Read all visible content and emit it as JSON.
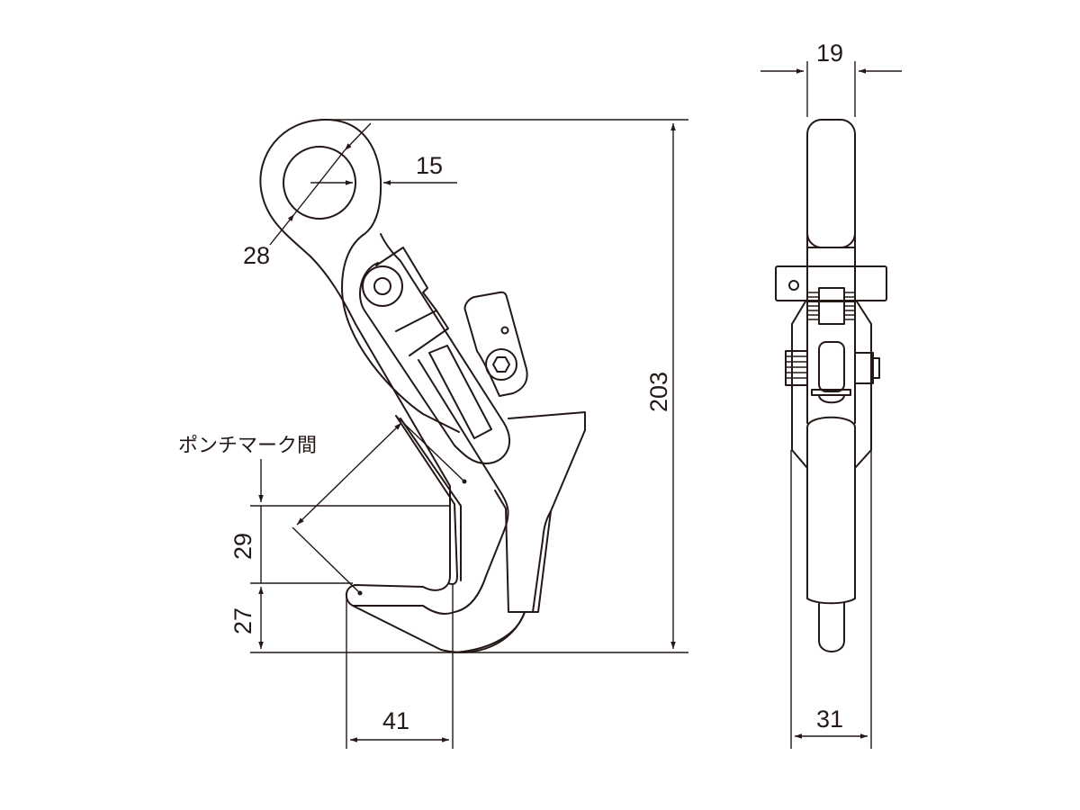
{
  "drawing": {
    "dimensions": {
      "eye_diameter": "28",
      "eye_wall": "15",
      "overall_height": "203",
      "punch_mark_gap": "29",
      "jaw_bottom": "27",
      "jaw_width": "41",
      "top_width": "19",
      "body_width": "31"
    },
    "punch_mark_label": "ポンチマーク間",
    "line_color": "#231815"
  }
}
